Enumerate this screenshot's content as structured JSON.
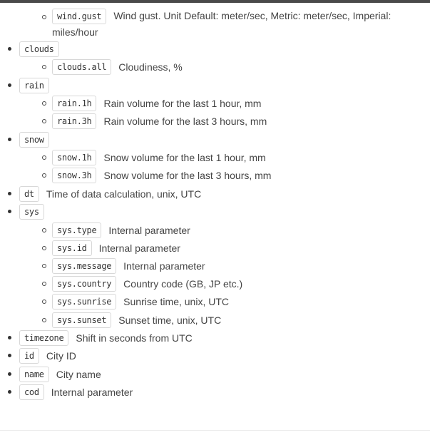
{
  "items": [
    {
      "code": "wind.gust",
      "desc": "Wind gust. Unit Default: meter/sec, Metric: meter/sec, Imperial:",
      "desc_cont": "miles/hour"
    },
    {
      "code": "clouds",
      "desc": ""
    },
    {
      "code": "clouds.all",
      "desc": "Cloudiness, %"
    },
    {
      "code": "rain",
      "desc": ""
    },
    {
      "code": "rain.1h",
      "desc": "Rain volume for the last 1 hour, mm"
    },
    {
      "code": "rain.3h",
      "desc": "Rain volume for the last 3 hours, mm"
    },
    {
      "code": "snow",
      "desc": ""
    },
    {
      "code": "snow.1h",
      "desc": "Snow volume for the last 1 hour, mm"
    },
    {
      "code": "snow.3h",
      "desc": "Snow volume for the last 3 hours, mm"
    },
    {
      "code": "dt",
      "desc": "Time of data calculation, unix, UTC"
    },
    {
      "code": "sys",
      "desc": ""
    },
    {
      "code": "sys.type",
      "desc": "Internal parameter"
    },
    {
      "code": "sys.id",
      "desc": "Internal parameter"
    },
    {
      "code": "sys.message",
      "desc": "Internal parameter"
    },
    {
      "code": "sys.country",
      "desc": "Country code (GB, JP etc.)"
    },
    {
      "code": "sys.sunrise",
      "desc": "Sunrise time, unix, UTC"
    },
    {
      "code": "sys.sunset",
      "desc": "Sunset time, unix, UTC"
    },
    {
      "code": "timezone",
      "desc": "Shift in seconds from UTC"
    },
    {
      "code": "id",
      "desc": "City ID"
    },
    {
      "code": "name",
      "desc": "City name"
    },
    {
      "code": "cod",
      "desc": "Internal parameter"
    }
  ]
}
